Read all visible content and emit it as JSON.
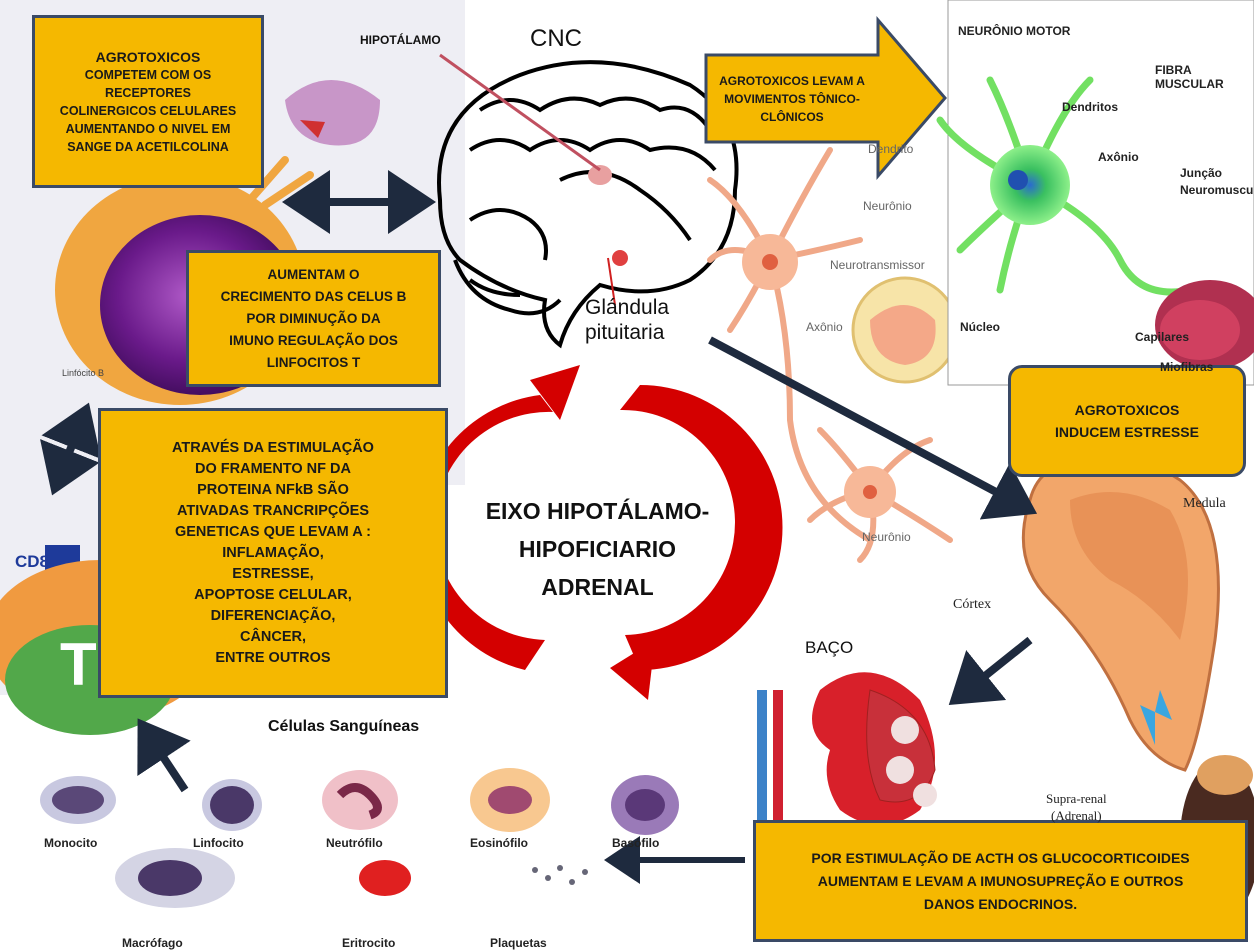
{
  "boxes": {
    "agro_receptores": [
      "AGROTOXICOS",
      "COMPETEM COM OS",
      "RECEPTORES",
      "COLINERGICOS CELULARES",
      "AUMENTANDO O NIVEL EM",
      "SANGE DA ACETILCOLINA"
    ],
    "celulas_b": [
      "AUMENTAM O",
      "CRECIMENTO DAS CELUS B",
      "POR DIMINUÇÃO DA",
      "IMUNO REGULAÇÃO DOS",
      "LINFOCITOS T"
    ],
    "nfkb": [
      "ATRAVÉS DA ESTIMULAÇÃO",
      "DO FRAMENTO NF DA",
      "PROTEINA NFkB SÃO",
      "ATIVADAS TRANCRIPÇÕES",
      "GENETICAS QUE LEVAM A :",
      "INFLAMAÇÃO,",
      "ESTRESSE,",
      "APOPTOSE CELULAR,",
      "DIFERENCIAÇÃO,",
      "CÂNCER,",
      "ENTRE OUTROS"
    ],
    "movimentos": [
      "AGROTOXICOS  LEVAM A",
      "MOVIMENTOS TÔNICO-",
      "CLÔNICOS"
    ],
    "estresse": [
      "AGROTOXICOS",
      "INDUCEM ESTRESSE"
    ],
    "acth": [
      "POR ESTIMULAÇÃO DE ACTH OS GLUCOCORTICOIDES",
      "AUMENTAM E LEVAM A IMUNOSUPREÇÃO E OUTROS",
      "DANOS ENDOCRINOS."
    ]
  },
  "center": [
    "EIXO HIPOTÁLAMO-",
    "HIPOFICIARIO",
    "ADRENAL"
  ],
  "brain": {
    "hipotalamo": "HIPOTÁLAMO",
    "cnc": "CNC",
    "glandula": [
      "Glándula",
      "pituitaria"
    ]
  },
  "neuron_labels": {
    "dendrito": "Dendrito",
    "neuronio_top": "Neurônio",
    "neurotransmissor": "Neurotransmissor",
    "axonio": "Axônio",
    "neuronio_bottom": "Neurônio"
  },
  "motor": {
    "title": "NEURÔNIO MOTOR",
    "fibra": "FIBRA MUSCULAR",
    "dendritos": "Dendritos",
    "axonio": "Axônio",
    "juncao": [
      "Junção",
      "Neuromuscular"
    ],
    "nucleo": "Núcleo",
    "capilares": "Capilares",
    "miofibras": "Miofibras"
  },
  "adrenal": {
    "medula": "Medula",
    "cortex": "Córtex",
    "supra": [
      "Supra-renal",
      "(Adrenal)"
    ]
  },
  "baco": "BAÇO",
  "lymph": {
    "linfocito_b": "Linfócito B",
    "cd8": "CD8",
    "t": "T"
  },
  "blood": {
    "title": "Células Sanguíneas",
    "cells": [
      "Monocito",
      "Linfocito",
      "Neutrófilo",
      "Eosinófilo",
      "Basófilo",
      "Macrófago",
      "Eritrocito",
      "Plaquetas"
    ]
  },
  "colors": {
    "box_fill": "#f5b800",
    "box_border": "#3a4a66",
    "cycle_red": "#d40000",
    "arrow_dark": "#1e2a3e"
  }
}
